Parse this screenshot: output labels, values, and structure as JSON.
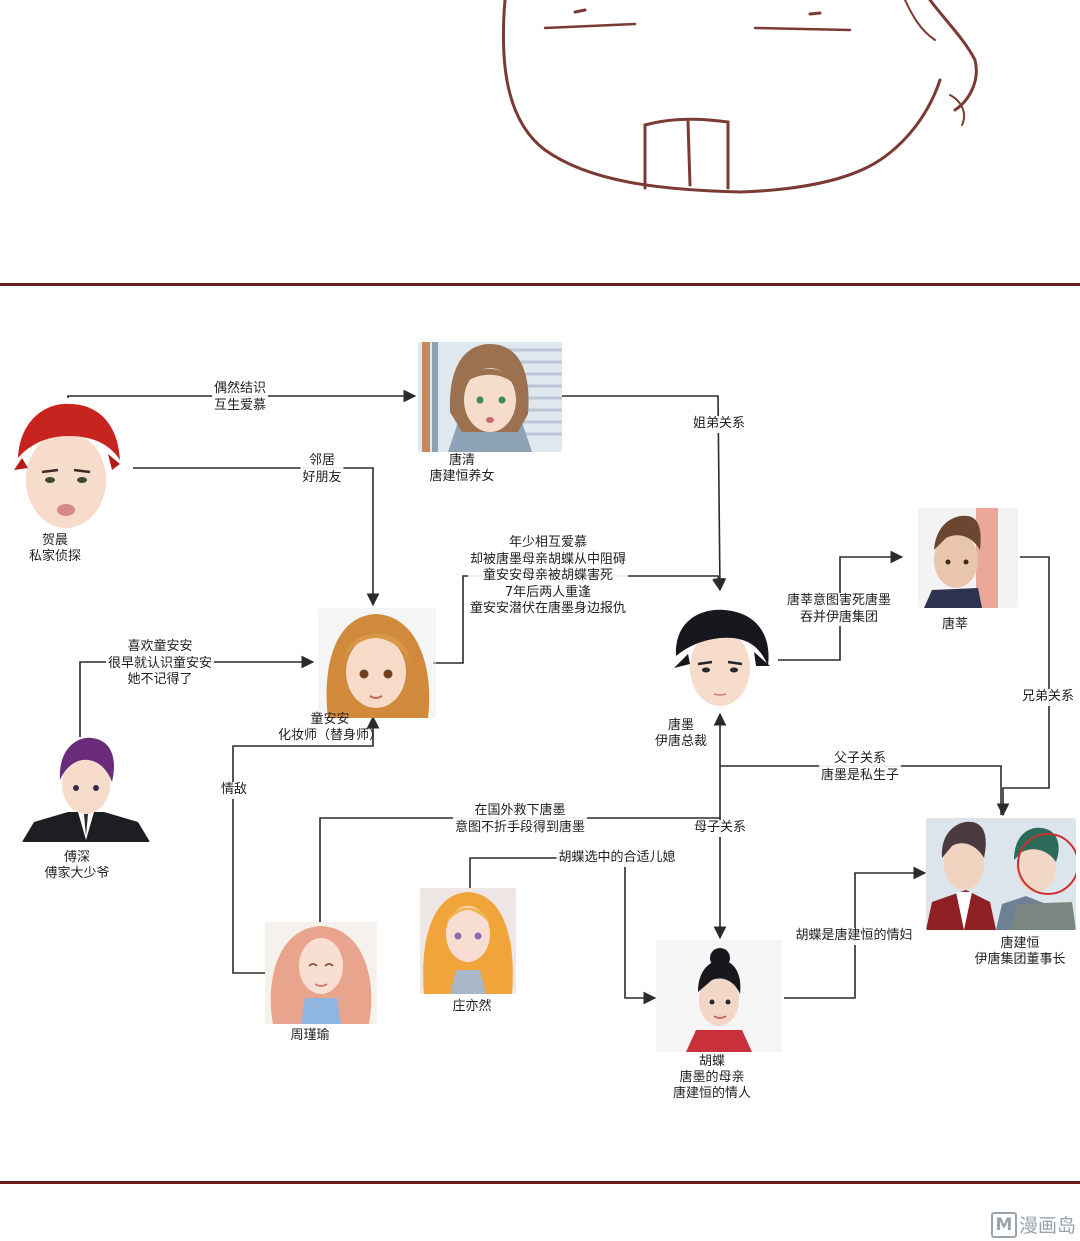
{
  "watermark": {
    "logo_letter": "M",
    "text": "漫画岛"
  },
  "characters": {
    "he_chen": {
      "name": "贺晨",
      "role": "私家侦探"
    },
    "tang_qing": {
      "name": "唐清",
      "role": "唐建恒养女"
    },
    "tong_anan": {
      "name": "童安安",
      "role": "化妆师（替身师）"
    },
    "fu_shen": {
      "name": "傅深",
      "role": "傅家大少爷"
    },
    "tang_mo": {
      "name": "唐墨",
      "role": "伊唐总裁"
    },
    "tang_xin": {
      "name": "唐莘"
    },
    "tang_jianheng": {
      "name": "唐建恒",
      "role": "伊唐集团董事长"
    },
    "zhou_jinyu": {
      "name": "周瑾瑜"
    },
    "zhuang_yiran": {
      "name": "庄亦然"
    },
    "hu_die": {
      "name": "胡蝶",
      "role": "唐墨的母亲",
      "role2": "唐建恒的情人"
    }
  },
  "relations": {
    "hechen_tangqing": [
      "偶然结识",
      "互生爱慕"
    ],
    "hechen_tonganan": [
      "邻居",
      "好朋友"
    ],
    "tangqing_tangmo": [
      "姐弟关系"
    ],
    "tonganan_tangmo": [
      "年少相互爱慕",
      "却被唐墨母亲胡蝶从中阻碍",
      "童安安母亲被胡蝶害死",
      "7年后两人重逢",
      "童安安潜伏在唐墨身边报仇"
    ],
    "fushen_tonganan": [
      "喜欢童安安",
      "很早就认识童安安",
      "她不记得了"
    ],
    "zhoujinyu_tonganan": [
      "情敌"
    ],
    "tangxin_tangmo": [
      "唐莘意图害死唐墨",
      "吞并伊唐集团"
    ],
    "tangxin_tangjianheng": [
      "兄弟关系"
    ],
    "tangjianheng_tangmo": [
      "父子关系",
      "唐墨是私生子"
    ],
    "zhoujinyu_tangmo": [
      "在国外救下唐墨",
      "意图不折手段得到唐墨"
    ],
    "tangmo_hudie": [
      "母子关系"
    ],
    "zhuangyiran_hudie": [
      "胡蝶选中的合适儿媳"
    ],
    "hudie_tangjianheng": [
      "胡蝶是唐建恒的情妇"
    ]
  },
  "colors": {
    "rule": "#6b1e22",
    "line": "#2b2b2b",
    "sketch": "#7a3b34"
  }
}
